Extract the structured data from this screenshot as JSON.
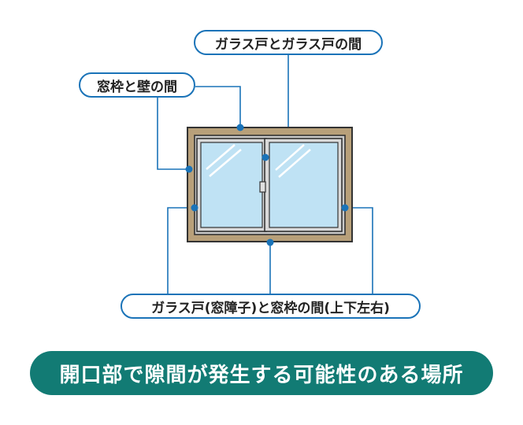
{
  "labels": {
    "glass_gap": "ガラス戸とガラス戸の間",
    "frame_wall_gap": "窓枠と壁の間",
    "sash_frame_gap": "ガラス戸(窓障子)と窓枠の間(上下左右)"
  },
  "banner": {
    "text": "開口部で隙間が発生する可能性のある場所"
  },
  "colors": {
    "leader_line": "#1a73b8",
    "frame": "#b8a07a",
    "glass": "#bfe2f4",
    "banner_bg": "#127b74"
  }
}
